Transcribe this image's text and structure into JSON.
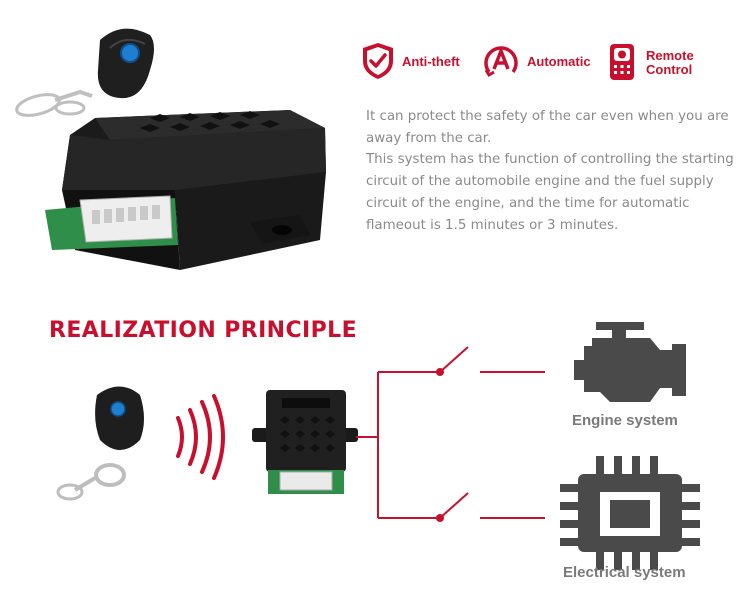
{
  "features": [
    {
      "icon": "shield-check-icon",
      "label": "Anti-theft"
    },
    {
      "icon": "automatic-a-icon",
      "label": "Automatic"
    },
    {
      "icon": "remote-control-icon",
      "label_line1": "Remote",
      "label_line2": "Control"
    }
  ],
  "description": {
    "paragraph1": "It can protect the safety of the car even when you are away from the car.",
    "paragraph2": "This system has the function of controlling the starting circuit of the automobile engine and the fuel supply circuit of the engine, and the time for automatic flameout is 1.5 minutes or 3 minutes."
  },
  "principle": {
    "heading": "REALIZATION PRINCIPLE",
    "engine_label": "Engine system",
    "electrical_label": "Electrical system"
  },
  "colors": {
    "accent": "#c8102e",
    "text_gray": "#8a8a8a",
    "icon_gray": "#4a4a4a",
    "remote_button_blue": "#1e7fd0"
  }
}
